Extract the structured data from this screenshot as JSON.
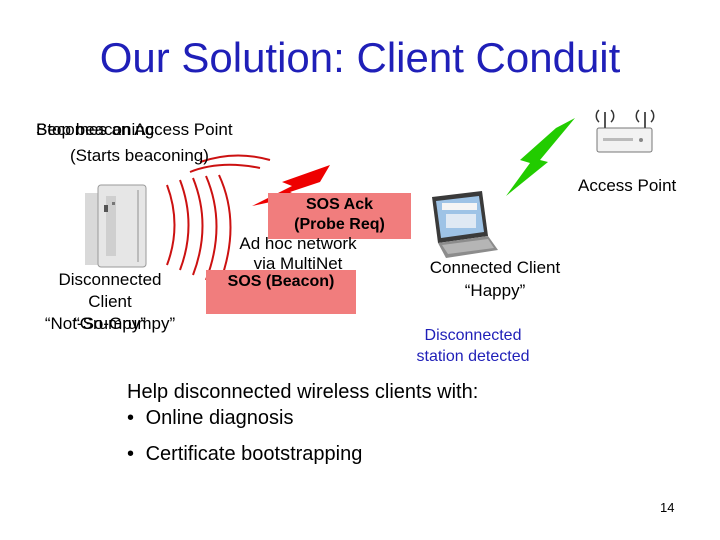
{
  "slide": {
    "title": "Our Solution: Client Conduit",
    "page_number": "14"
  },
  "top_left_labels": {
    "line_a": "Stop beaconing",
    "line_b": "Becomes an Access Point",
    "line_c": "(Starts beaconing)"
  },
  "access_point": {
    "label": "Access Point"
  },
  "disconnected_client": {
    "line1": "Disconnected",
    "line2": "Client",
    "mood_a": "“Not-So-Grumpy”",
    "mood_b": "“Grumpy”"
  },
  "sos_ack": {
    "line1": "SOS Ack",
    "line2": "(Probe Req)"
  },
  "adhoc": {
    "line1": "Ad hoc network",
    "line2": "via MultiNet"
  },
  "sos_beacon": {
    "label": "SOS (Beacon)"
  },
  "connected_client": {
    "line1": "Connected Client",
    "line2": "“Happy”"
  },
  "detected": {
    "line1": "Disconnected",
    "line2": "station detected"
  },
  "help": {
    "heading": "Help disconnected wireless clients with:",
    "bullets": [
      "Online diagnosis",
      "Certificate bootstrapping"
    ]
  },
  "colors": {
    "title_blue": "#1f1fb8",
    "wave_red": "#cc1111",
    "bolt_green": "#22cc00",
    "bolt_red": "#ee0000",
    "sos_pink": "#f17d7d"
  }
}
